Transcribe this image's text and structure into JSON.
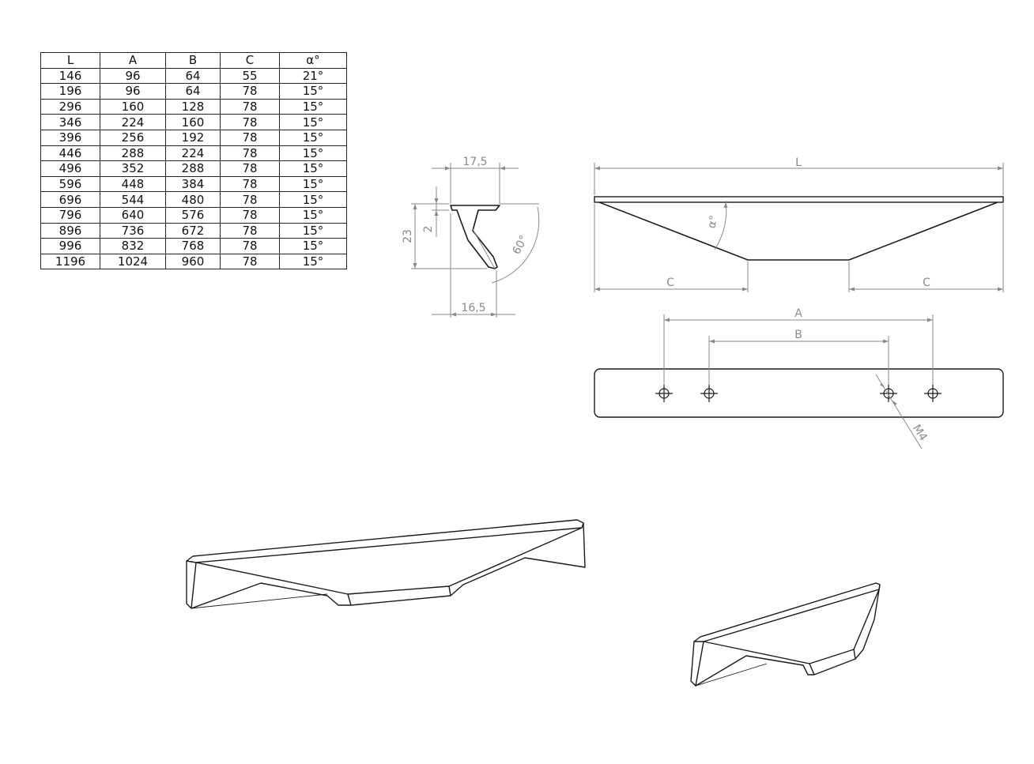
{
  "table": {
    "headers": [
      "L",
      "A",
      "B",
      "C",
      "α°"
    ],
    "rows": [
      [
        "146",
        "96",
        "64",
        "55",
        "21°"
      ],
      [
        "196",
        "96",
        "64",
        "78",
        "15°"
      ],
      [
        "296",
        "160",
        "128",
        "78",
        "15°"
      ],
      [
        "346",
        "224",
        "160",
        "78",
        "15°"
      ],
      [
        "396",
        "256",
        "192",
        "78",
        "15°"
      ],
      [
        "446",
        "288",
        "224",
        "78",
        "15°"
      ],
      [
        "496",
        "352",
        "288",
        "78",
        "15°"
      ],
      [
        "596",
        "448",
        "384",
        "78",
        "15°"
      ],
      [
        "696",
        "544",
        "480",
        "78",
        "15°"
      ],
      [
        "796",
        "640",
        "576",
        "78",
        "15°"
      ],
      [
        "896",
        "736",
        "672",
        "78",
        "15°"
      ],
      [
        "996",
        "832",
        "768",
        "78",
        "15°"
      ],
      [
        "1196",
        "1024",
        "960",
        "78",
        "15°"
      ]
    ]
  },
  "profile_view": {
    "width_top": "17,5",
    "width_bottom": "16,5",
    "height": "23",
    "thickness": "2",
    "angle": "60°"
  },
  "front_view": {
    "length": "L",
    "angle": "α°",
    "side_left": "C",
    "side_right": "C"
  },
  "top_view": {
    "span_a": "A",
    "span_b": "B",
    "thread": "M4"
  },
  "colors": {
    "outline": "#1a1a1a",
    "dimension": "#8a8a8a"
  }
}
